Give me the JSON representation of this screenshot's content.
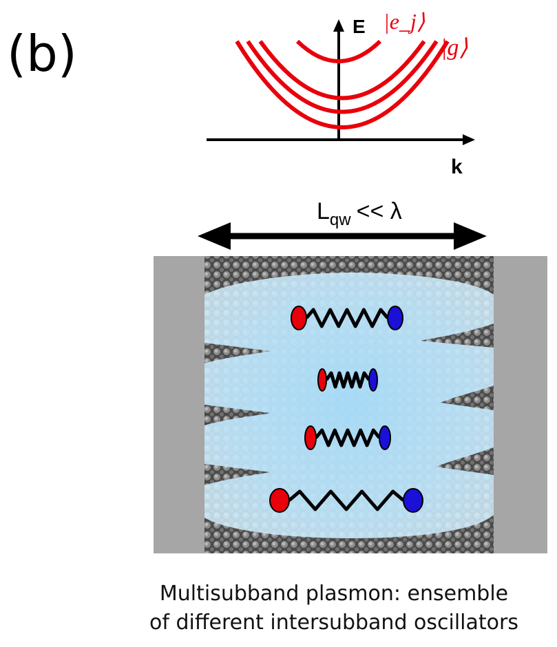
{
  "panel_label": "(b)",
  "band_diagram": {
    "energy_axis_label": "E",
    "momentum_axis_label": "k",
    "excited_state_label": "|e_j⟩",
    "ground_state_label": "|g⟩",
    "curve_color": "#e8000b"
  },
  "quantum_well": {
    "length_label_main": "L",
    "length_label_sub": "qw",
    "length_label_rest": "<< λ",
    "oscillator_colors": {
      "left": "#e8000b",
      "right": "#1a10d8"
    }
  },
  "caption": {
    "line1": "Multisubband plasmon: ensemble",
    "line2": "of different intersubband oscillators"
  }
}
